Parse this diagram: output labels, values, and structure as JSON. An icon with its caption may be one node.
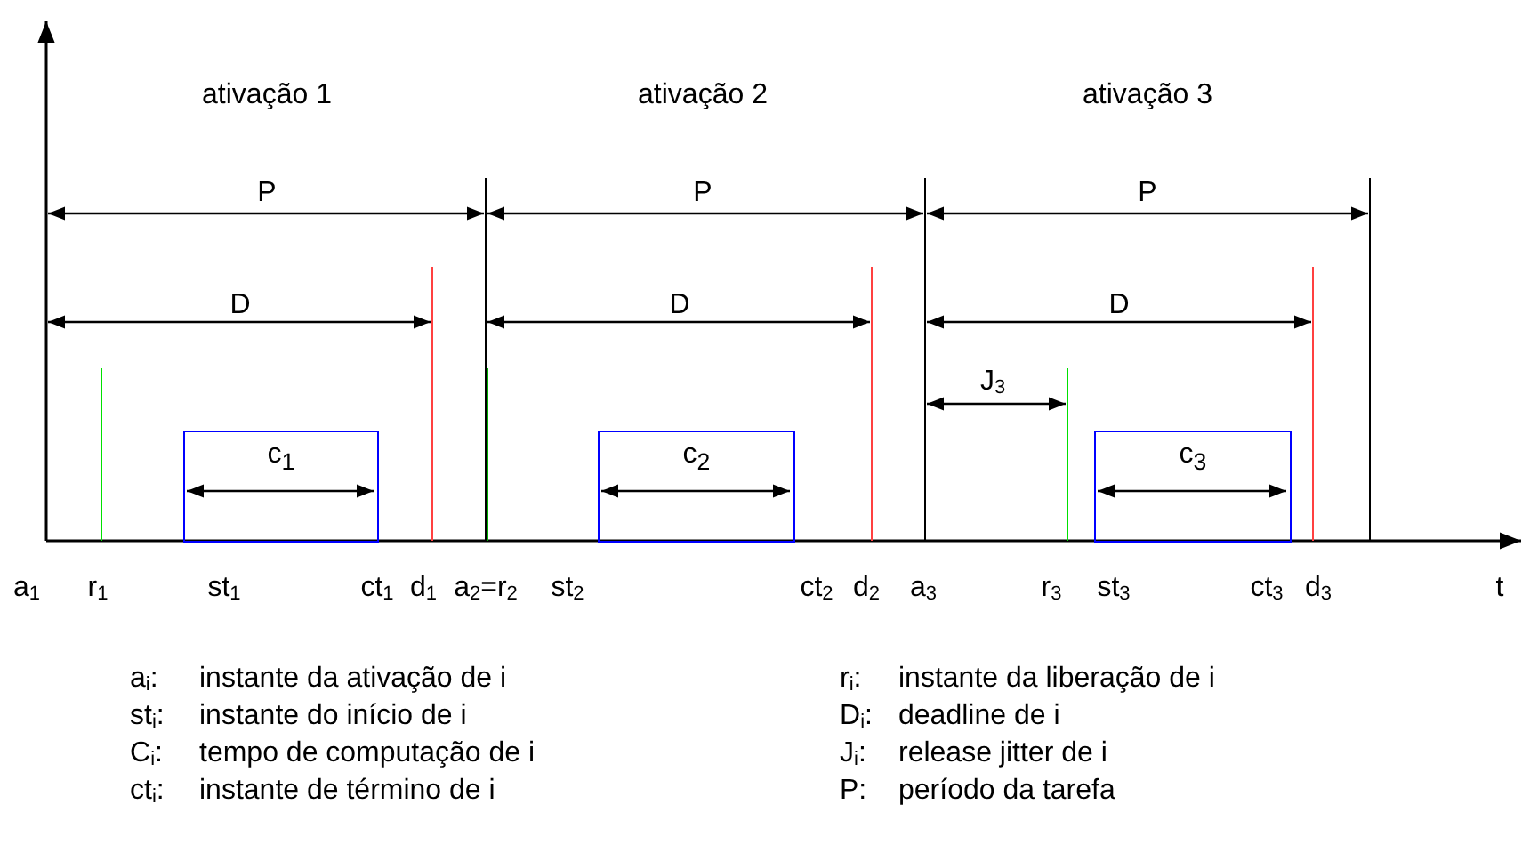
{
  "diagram": {
    "nodes": [
      {
        "text": [
          "c$_{1}$"
        ]
      },
      {
        "text": [
          "c$_{2}$"
        ]
      },
      {
        "text": [
          "c$_{3}$"
        ]
      }
    ],
    "edges": [],
    "labels": [
      "ativação 1",
      "ativação 2",
      "ativação 3",
      "P",
      "P",
      "P",
      "D",
      "D",
      "D",
      "J$_{3}$",
      "a$_{1}$",
      "r$_{1}$",
      "st$_{1}$",
      "ct$_{1}$",
      "d$_{1}$",
      "a$_{2}$=r$_{2}$",
      "st$_{2}$",
      "ct$_{2}$",
      "d$_{2}$",
      "a$_{3}$",
      "r$_{3}$",
      "st$_{3}$",
      "ct$_{3}$",
      "d$_{3}$",
      "t",
      "a$_{i}$:",
      "instante da ativação de i",
      "r$_{i}$:",
      "instante da liberação de i",
      "st$_{i}$:",
      "instante do início de i",
      "D$_{i}$:",
      "deadline de i",
      "C$_{i}$:",
      "tempo de computação de i",
      "J$_{i}$:",
      "release jitter de i",
      "ct$_{i}$:",
      "instante de término de i",
      "P:",
      "período da tarefa"
    ]
  }
}
